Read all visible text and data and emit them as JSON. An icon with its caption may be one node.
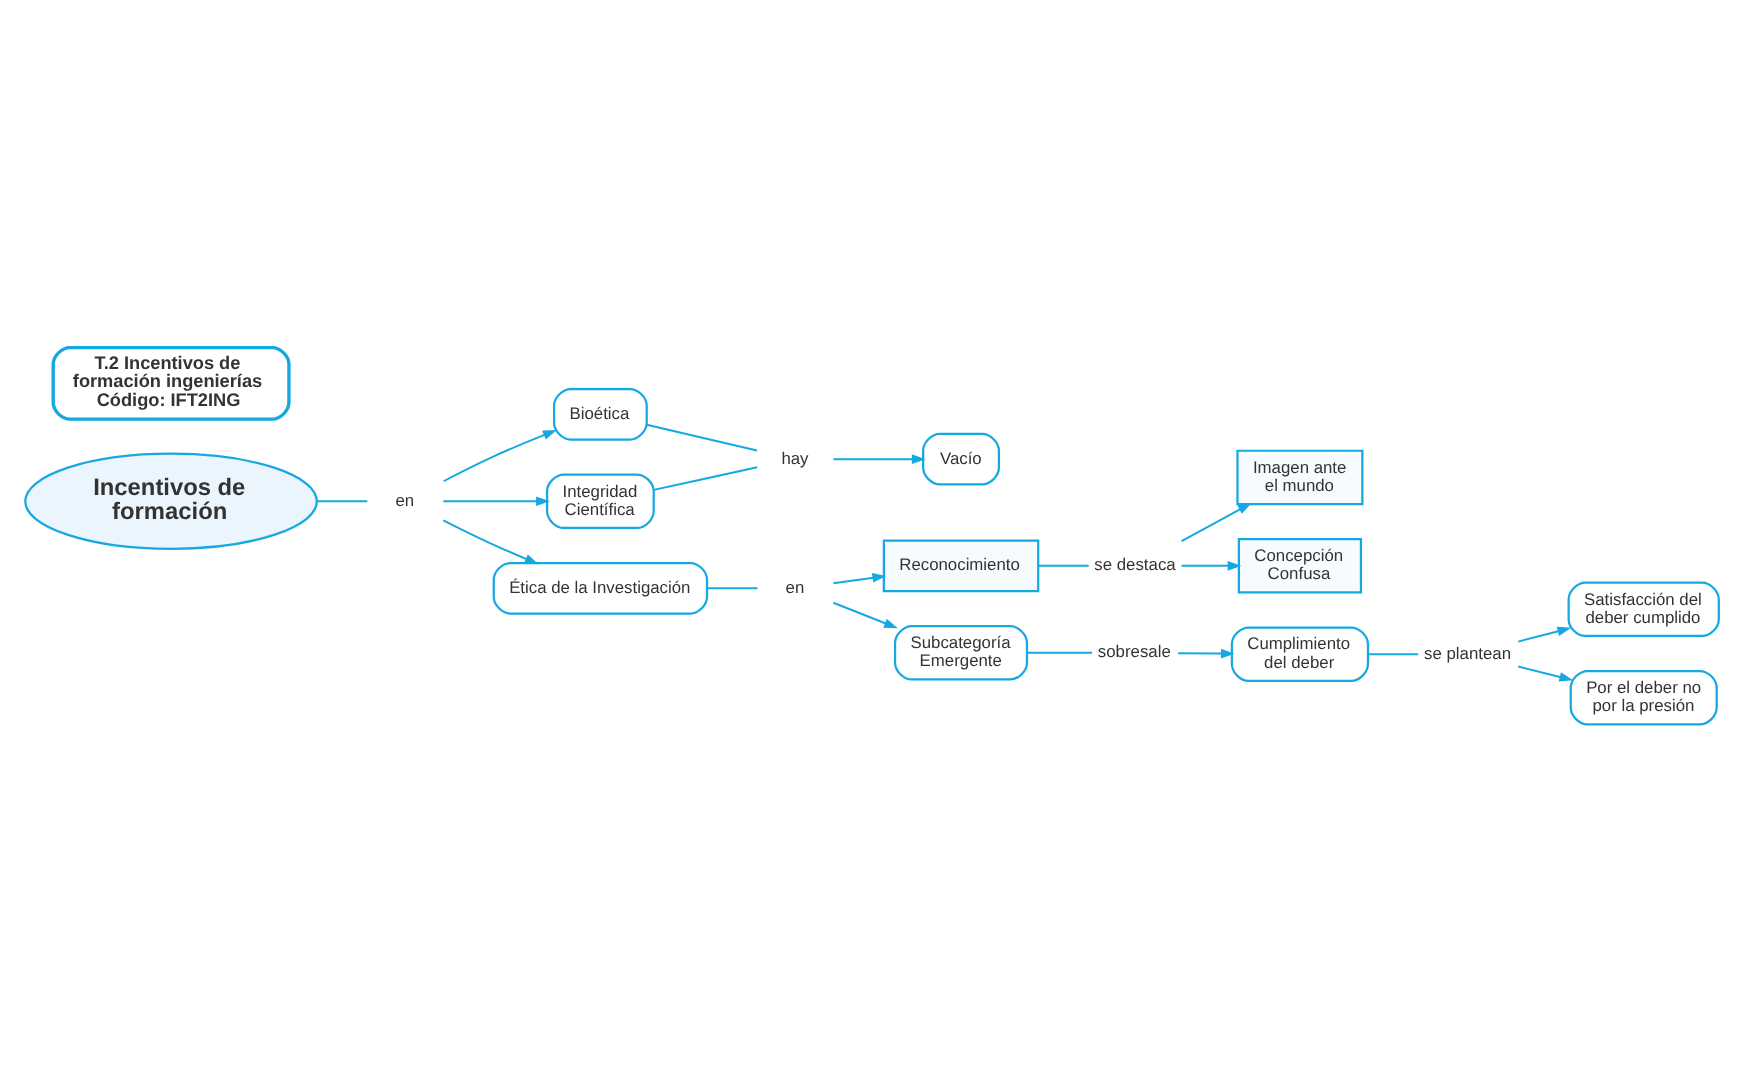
{
  "diagram": {
    "nodes": [
      {
        "text": [
          "Incentivos de formación"
        ]
      },
      {
        "text": [
          "Reconocimiento"
        ]
      },
      {
        "text": [
          "se destaca"
        ]
      },
      {
        "text": [
          "Imagen ante el mundo"
        ]
      },
      {
        "text": [
          "Concepción Confusa"
        ]
      },
      {
        "text": [
          "Bioética"
        ]
      },
      {
        "text": [
          "en"
        ]
      },
      {
        "text": [
          "Ética de la Investigación"
        ]
      },
      {
        "text": [
          "en"
        ]
      },
      {
        "text": [
          "hay"
        ]
      },
      {
        "text": [
          "Vacío"
        ]
      },
      {
        "text": [
          "Integridad Científica"
        ]
      },
      {
        "text": [
          "Satisfacción del deber cumplido"
        ]
      },
      {
        "text": [
          "Subcategoría Emergente"
        ]
      },
      {
        "text": [
          "sobresale"
        ]
      },
      {
        "text": [
          "Cumplimiento del deber"
        ]
      },
      {
        "text": [
          "se plantean"
        ]
      },
      {
        "text": [
          "Por el deber no por la presión"
        ]
      },
      {
        "text": [
          "T.2 Incentivos de formación ingenierías Código: IFT2ING"
        ]
      }
    ],
    "edges": [
      {
        "from": 0,
        "to": 8,
        "arrow": "none"
      },
      {
        "from": 8,
        "to": 7,
        "arrow": "to"
      },
      {
        "from": 8,
        "to": 5,
        "arrow": "to"
      },
      {
        "from": 8,
        "to": 11,
        "arrow": "to"
      },
      {
        "from": 7,
        "to": 6,
        "arrow": "none"
      },
      {
        "from": 6,
        "to": 1,
        "arrow": "to"
      },
      {
        "from": 6,
        "to": 13,
        "arrow": "to"
      },
      {
        "from": 1,
        "to": 2,
        "arrow": "none"
      },
      {
        "from": 2,
        "to": 3,
        "arrow": "to"
      },
      {
        "from": 2,
        "to": 4,
        "arrow": "to"
      },
      {
        "from": 5,
        "to": 9,
        "arrow": "none"
      },
      {
        "from": 11,
        "to": 9,
        "arrow": "none"
      },
      {
        "from": 9,
        "to": 10,
        "arrow": "to"
      },
      {
        "from": 13,
        "to": 14,
        "arrow": "none"
      },
      {
        "from": 14,
        "to": 15,
        "arrow": "to"
      },
      {
        "from": 15,
        "to": 16,
        "arrow": "none"
      },
      {
        "from": 16,
        "to": 12,
        "arrow": "to"
      },
      {
        "from": 16,
        "to": 17,
        "arrow": "to"
      }
    ]
  }
}
